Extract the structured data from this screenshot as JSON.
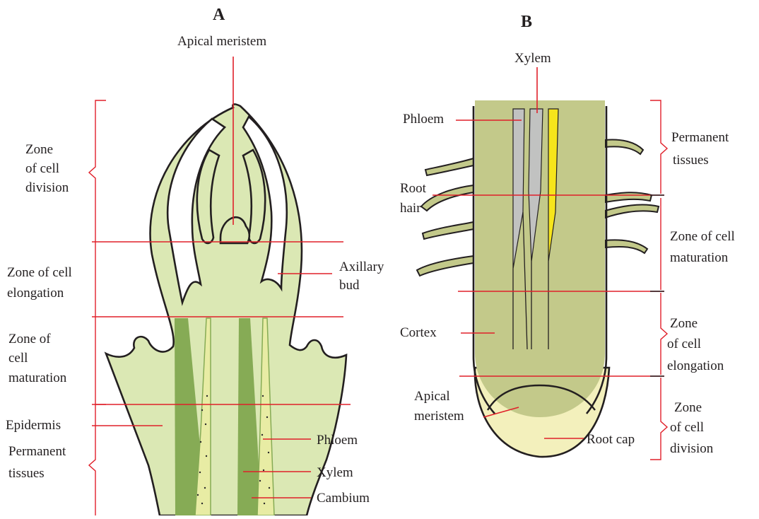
{
  "panel_a": {
    "title": "A",
    "labels": {
      "apical_meristem": "Apical meristem",
      "zone_division_1": "Zone",
      "zone_division_2": "of cell",
      "zone_division_3": "division",
      "zone_elongation_1": "Zone of cell",
      "zone_elongation_2": "elongation",
      "zone_maturation_1": "Zone of",
      "zone_maturation_2": "cell",
      "zone_maturation_3": "maturation",
      "epidermis": "Epidermis",
      "permanent_1": "Permanent",
      "permanent_2": "tissues",
      "axillary_1": "Axillary",
      "axillary_2": "bud",
      "phloem": "Phloem",
      "xylem": "Xylem",
      "cambium": "Cambium"
    }
  },
  "panel_b": {
    "title": "B",
    "labels": {
      "xylem": "Xylem",
      "phloem": "Phloem",
      "root_hair_1": "Root",
      "root_hair_2": "hair",
      "cortex": "Cortex",
      "apical_1": "Apical",
      "apical_2": "meristem",
      "root_cap": "Root cap",
      "permanent_1": "Permanent",
      "permanent_2": "tissues",
      "maturation_1": "Zone of cell",
      "maturation_2": "maturation",
      "elongation_1": "Zone",
      "elongation_2": "of cell",
      "elongation_3": "elongation",
      "division_1": "Zone",
      "division_2": "of cell",
      "division_3": "division"
    }
  },
  "colors": {
    "shoot_fill": "#dbe8b4",
    "shoot_dark": "#86ab55",
    "root_fill": "#c3c98a",
    "root_cap": "#f3f0bc",
    "xylem_grey": "#c1c2c1",
    "xylem_yellow": "#f6e51b",
    "leader": "#e0202a"
  }
}
